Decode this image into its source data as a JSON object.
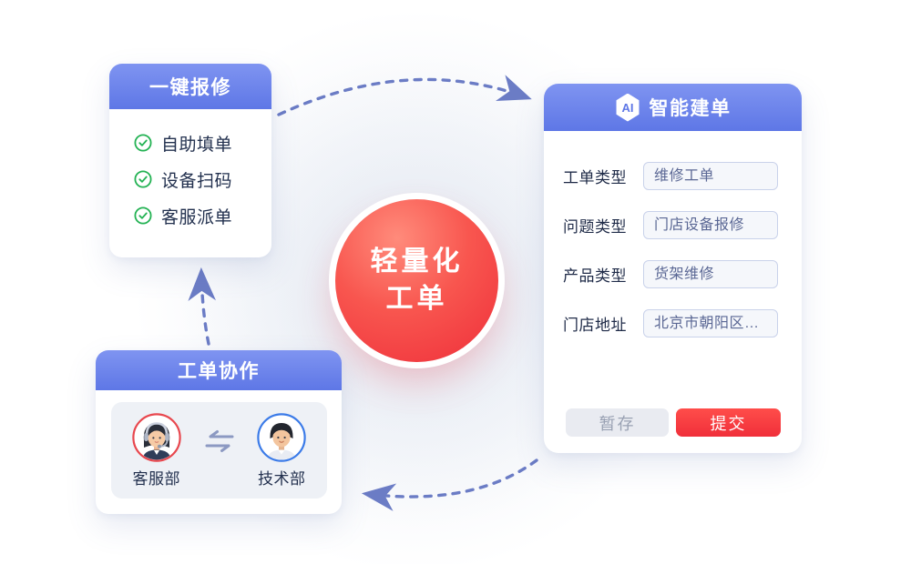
{
  "colors": {
    "header_top": "#7F94F1",
    "header_bottom": "#5E77E6",
    "arrow": "#6B7CC5",
    "green": "#23B253",
    "red_btn_top": "#FF4D4A",
    "red_btn_bottom": "#F02F3A",
    "circle_light": "#FF8B7B",
    "circle_mid": "#F8564F",
    "circle_dark": "#EF2F3A",
    "ring_red": "#E8474E",
    "ring_blue": "#3B7BE8",
    "label_dark": "#1E2A47",
    "input_text": "#5A6794",
    "input_border": "#C9D2EA",
    "input_bg": "#F5F7FB",
    "draft_bg": "#E9EBF1",
    "draft_text": "#99A1B3",
    "panel_bg": "#EEF1F6"
  },
  "center": {
    "line1": "轻量化",
    "line2": "工单"
  },
  "repair_card": {
    "title": "一键报修",
    "items": [
      {
        "icon": "check-circle-icon",
        "label": "自助填单"
      },
      {
        "icon": "check-circle-icon",
        "label": "设备扫码"
      },
      {
        "icon": "check-circle-icon",
        "label": "客服派单"
      }
    ]
  },
  "ai_card": {
    "badge": "AI",
    "title": "智能建单",
    "fields": [
      {
        "label": "工单类型",
        "value": "维修工单"
      },
      {
        "label": "问题类型",
        "value": "门店设备报修"
      },
      {
        "label": "产品类型",
        "value": "货架维修"
      },
      {
        "label": "门店地址",
        "value": "北京市朝阳区…"
      }
    ],
    "draft_button": "暂存",
    "submit_button": "提交"
  },
  "collab_card": {
    "title": "工单协作",
    "swap_icon": "swap-arrows-icon",
    "members": [
      {
        "name": "客服部",
        "avatar": "customer-service-avatar"
      },
      {
        "name": "技术部",
        "avatar": "technician-avatar"
      }
    ]
  }
}
